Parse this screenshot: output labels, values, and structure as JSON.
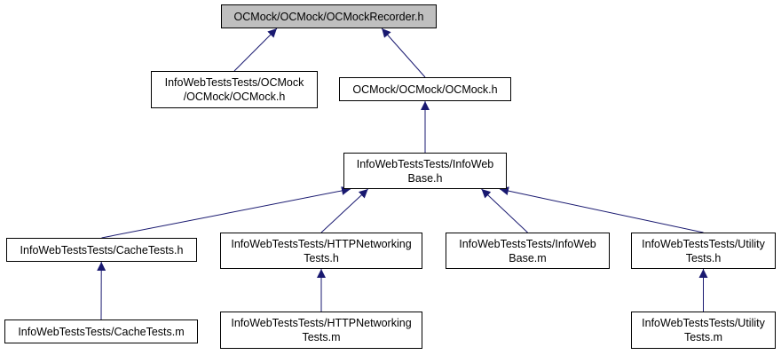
{
  "colors": {
    "edge": "#191970",
    "root_fill": "#bfbfbf",
    "node_fill": "#ffffff",
    "border": "#000000"
  },
  "nodes": {
    "recorder": {
      "lines": [
        "OCMock/OCMock/OCMockRecorder.h"
      ]
    },
    "iwt_ocmock": {
      "lines": [
        "InfoWebTestsTests/OCMock",
        "/OCMock/OCMock.h"
      ]
    },
    "ocmock": {
      "lines": [
        "OCMock/OCMock/OCMock.h"
      ]
    },
    "base_h": {
      "lines": [
        "InfoWebTestsTests/InfoWeb",
        "Base.h"
      ]
    },
    "cache_h": {
      "lines": [
        "InfoWebTestsTests/CacheTests.h"
      ]
    },
    "http_h": {
      "lines": [
        "InfoWebTestsTests/HTTPNetworking",
        "Tests.h"
      ]
    },
    "base_m": {
      "lines": [
        "InfoWebTestsTests/InfoWeb",
        "Base.m"
      ]
    },
    "util_h": {
      "lines": [
        "InfoWebTestsTests/Utility",
        "Tests.h"
      ]
    },
    "cache_m": {
      "lines": [
        "InfoWebTestsTests/CacheTests.m"
      ]
    },
    "http_m": {
      "lines": [
        "InfoWebTestsTests/HTTPNetworking",
        "Tests.m"
      ]
    },
    "util_m": {
      "lines": [
        "InfoWebTestsTests/Utility",
        "Tests.m"
      ]
    }
  },
  "edges": [
    {
      "from": "iwt_ocmock",
      "to": "recorder"
    },
    {
      "from": "ocmock",
      "to": "recorder"
    },
    {
      "from": "base_h",
      "to": "ocmock"
    },
    {
      "from": "cache_h",
      "to": "base_h"
    },
    {
      "from": "http_h",
      "to": "base_h"
    },
    {
      "from": "base_m",
      "to": "base_h"
    },
    {
      "from": "util_h",
      "to": "base_h"
    },
    {
      "from": "cache_m",
      "to": "cache_h"
    },
    {
      "from": "http_m",
      "to": "http_h"
    },
    {
      "from": "util_m",
      "to": "util_h"
    }
  ]
}
